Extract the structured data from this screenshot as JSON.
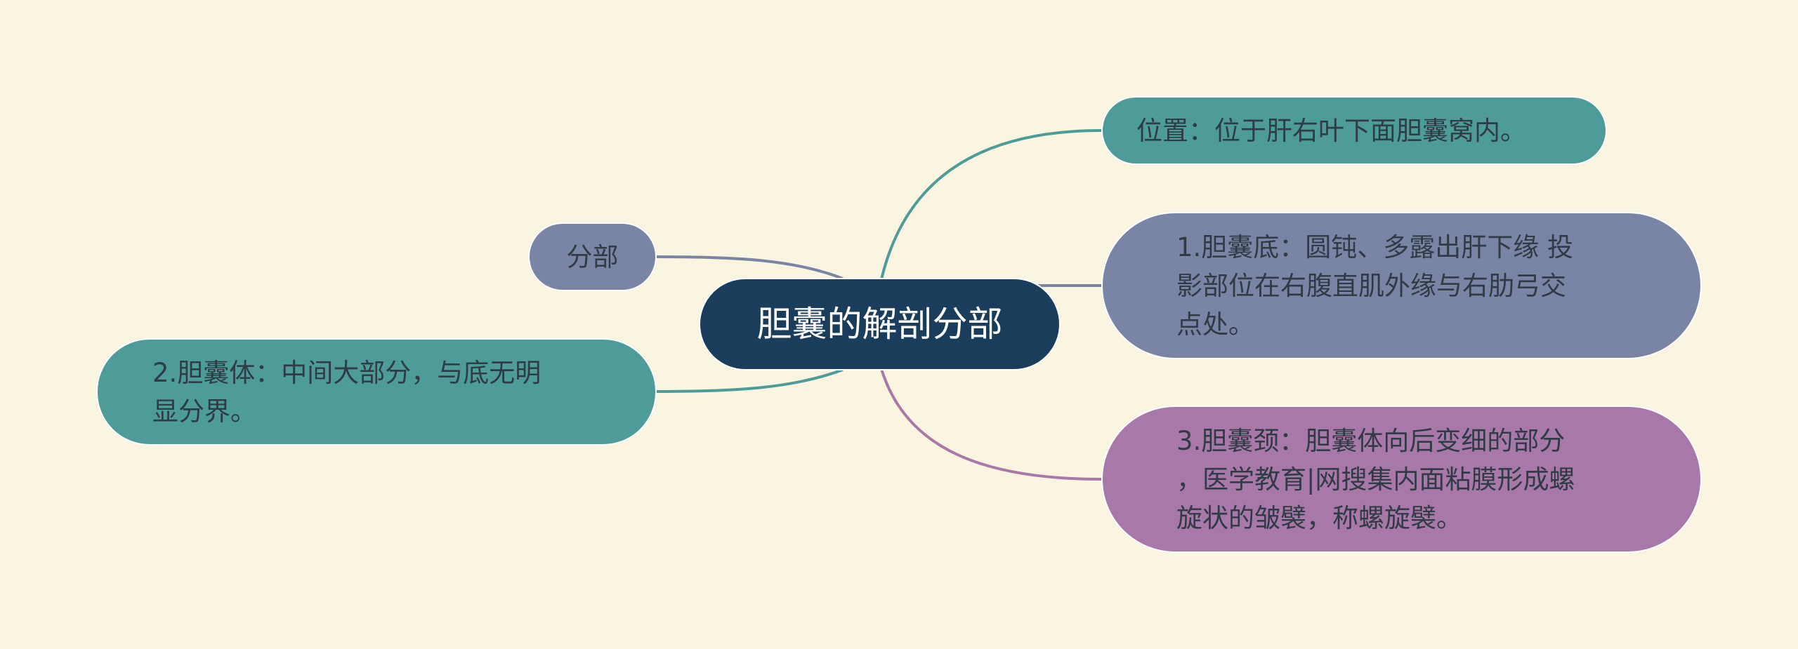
{
  "diagram": {
    "central": {
      "label": "胆囊的解剖分部",
      "color": "#1a3d5c"
    },
    "branches": [
      {
        "id": "fenbu",
        "label": "分部",
        "color": "#7a85a6",
        "side": "left"
      },
      {
        "id": "body",
        "label": "2.胆囊体：中间大部分，与底无明\n显分界。",
        "color": "#4d9c9a",
        "side": "left"
      },
      {
        "id": "location",
        "label": "位置：位于肝右叶下面胆囊窝内。",
        "color": "#4d9c9a",
        "side": "right"
      },
      {
        "id": "fundus",
        "label": "1.胆囊底：圆钝、多露出肝下缘 投\n影部位在右腹直肌外缘与右肋弓交\n点处。",
        "color": "#7a85a6",
        "side": "right"
      },
      {
        "id": "neck",
        "label": "3.胆囊颈：胆囊体向后变细的部分\n，医学教育|网搜集内面粘膜形成螺\n旋状的皱襞，称螺旋襞。",
        "color": "#a878a9",
        "side": "right"
      }
    ],
    "background": "#faf5e0"
  }
}
